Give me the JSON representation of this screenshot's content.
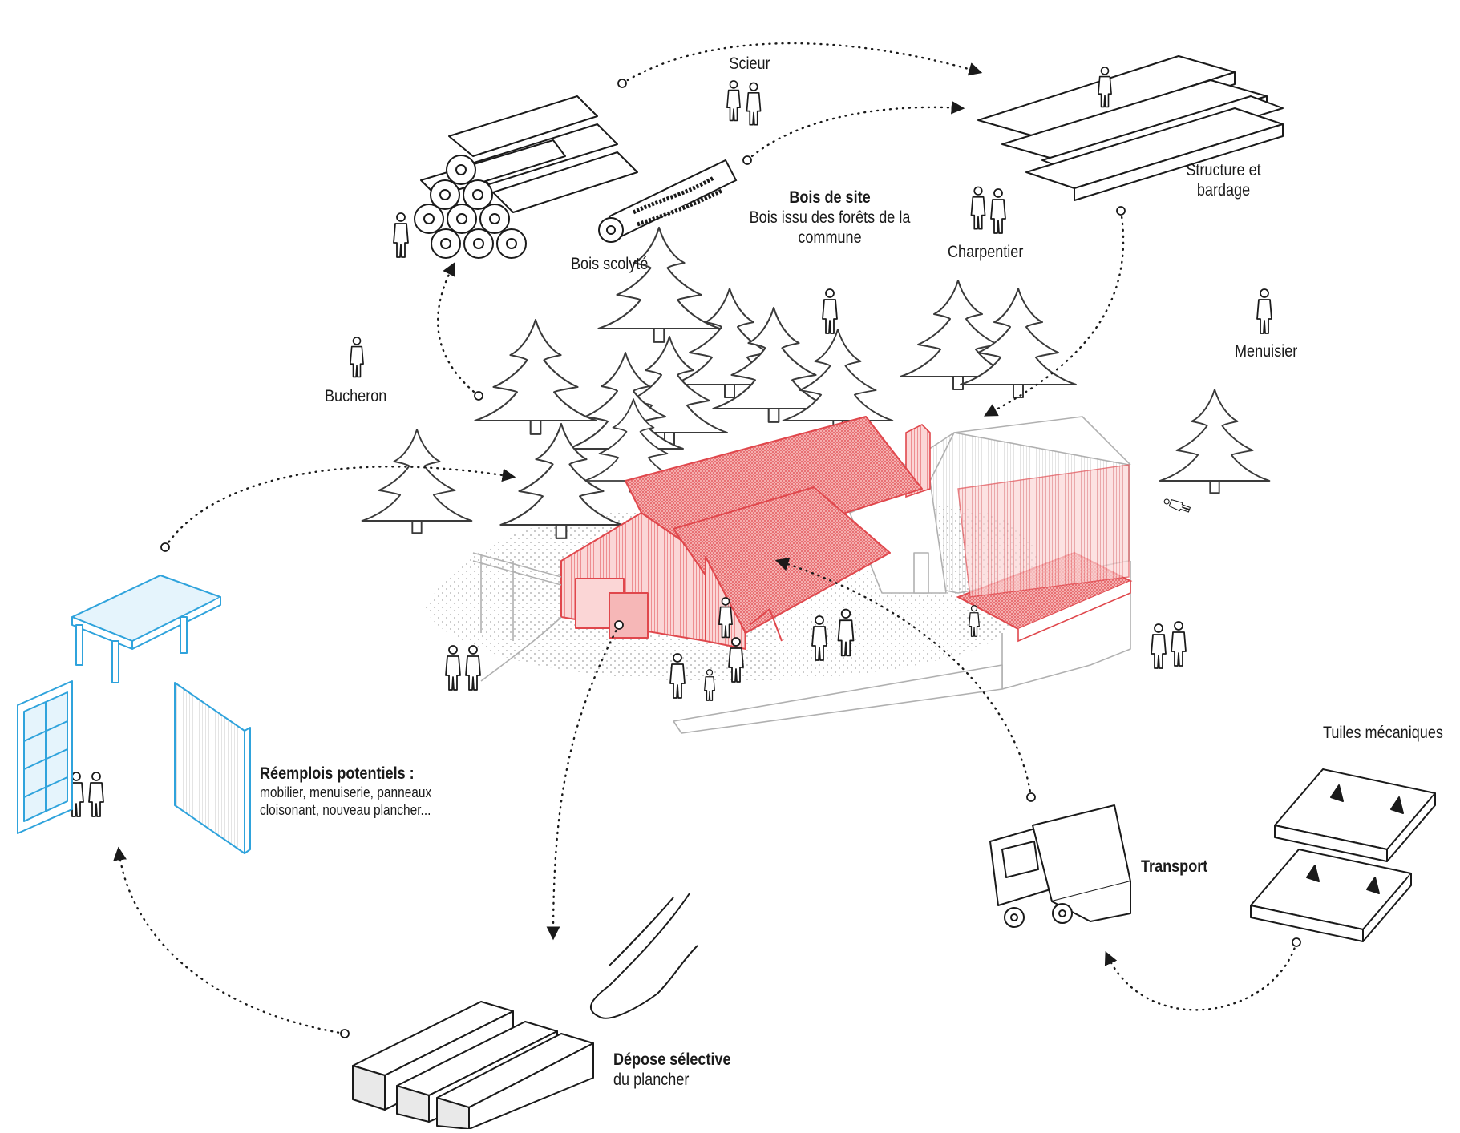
{
  "labels": {
    "scieur": "Scieur",
    "structure": "Structure et\nbardage",
    "bois_scolyte": "Bois scolyté",
    "bois_de_site_title": "Bois de site",
    "bois_de_site_desc": "Bois issu des forêts de la\ncommune",
    "charpentier": "Charpentier",
    "menuisier": "Menuisier",
    "bucheron": "Bucheron",
    "reemplois_title": "Réemplois potentiels :",
    "reemplois_desc": "mobilier, menuiserie, panneaux\ncloisonant, nouveau plancher...",
    "tuiles": "Tuiles mécaniques",
    "transport": "Transport",
    "depose_title": "Dépose sélective",
    "depose_desc": "du plancher"
  },
  "colors": {
    "line": "#1a1a1a",
    "highlight_red": "#e0474c",
    "highlight_fill": "#f4b3b3",
    "reuse_blue": "#2fa3dc",
    "stipple": "#9a9a9a"
  },
  "icons": [
    "log-pile-icon",
    "beetle-wood-log-icon",
    "lumber-stack-icon",
    "spruce-tree-icon",
    "truck-icon",
    "roof-tile-icon",
    "wood-beam-icon",
    "hand-icon",
    "person-icon",
    "table-icon",
    "window-icon",
    "panel-icon",
    "barn-icon"
  ]
}
